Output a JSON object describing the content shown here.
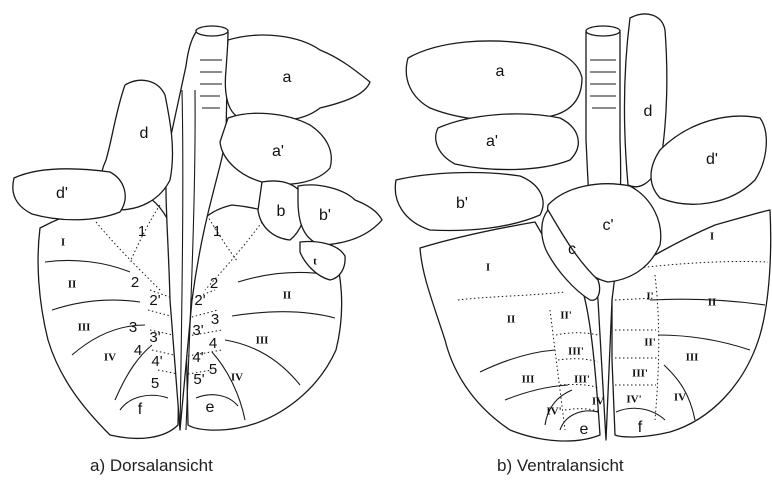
{
  "captions": {
    "dorsal": "a) Dorsalansicht",
    "ventral": "b) Ventralansicht"
  },
  "dorsal": {
    "lobes": {
      "a": "a",
      "a_prime": "a'",
      "b": "b",
      "b_prime": "b'",
      "d": "d",
      "d_prime": "d'",
      "e": "e",
      "f": "f",
      "t": "t"
    },
    "sections_left": [
      "I",
      "II",
      "III",
      "IV"
    ],
    "sections_right": [
      "II",
      "III",
      "IV"
    ],
    "segments_left": [
      "1",
      "2",
      "2'",
      "3",
      "3'",
      "4",
      "4'",
      "5"
    ],
    "segments_right": [
      "1",
      "2",
      "2'",
      "3",
      "3'",
      "4",
      "4'",
      "5",
      "5'"
    ]
  },
  "ventral": {
    "lobes": {
      "a": "a",
      "a_prime": "a'",
      "b_prime": "b'",
      "c": "c",
      "c_prime": "c'",
      "d": "d",
      "d_prime": "d'",
      "e": "e",
      "f": "f"
    },
    "sections_left": [
      "I",
      "II",
      "III",
      "IV'",
      "IV"
    ],
    "sections_inner_left": [
      "II'",
      "III'",
      "III'"
    ],
    "sections_right": [
      "I",
      "II",
      "III",
      "IV"
    ],
    "sections_inner_right": [
      "I'",
      "II'",
      "III'",
      "IV'"
    ]
  }
}
